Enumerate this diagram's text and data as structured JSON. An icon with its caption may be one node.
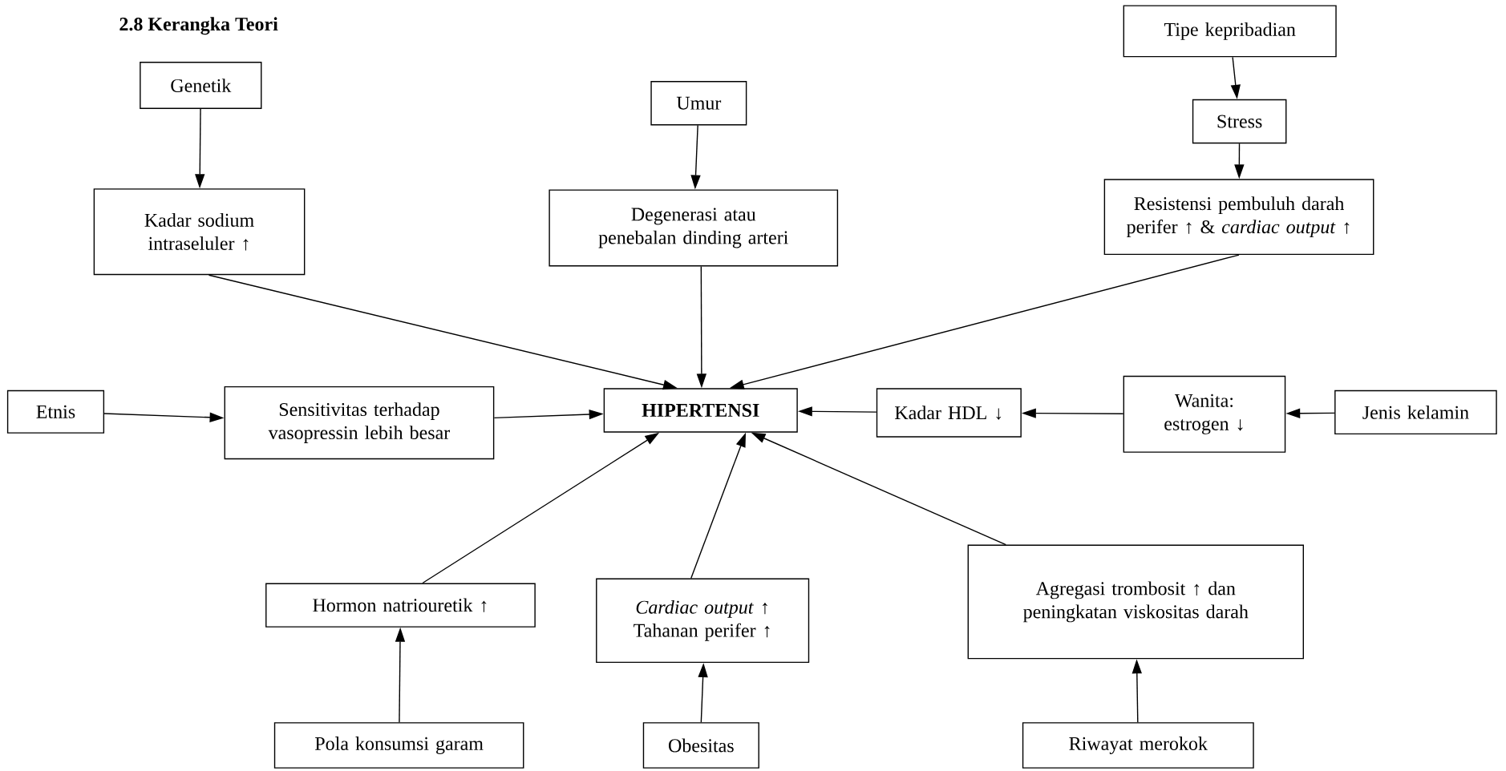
{
  "diagram": {
    "title": "2.8 Kerangka Teori",
    "nodes": [
      {
        "text": [
          "Genetik"
        ]
      },
      {
        "text": [
          "Kadar sodium intraseluler ↑"
        ]
      },
      {
        "text": [
          "Umur"
        ]
      },
      {
        "text": [
          "Degenerasi atau penebalan dinding arteri"
        ]
      },
      {
        "text": [
          "Tipe kepribadian"
        ]
      },
      {
        "text": [
          "Stress"
        ]
      },
      {
        "text": [
          "Resistensi pembuluh darah perifer ↑ & *cardiac output* ↑"
        ]
      },
      {
        "text": [
          "Etnis"
        ]
      },
      {
        "text": [
          "Sensitivitas terhadap vasopressin lebih besar"
        ]
      },
      {
        "text": [
          "HIPERTENSI"
        ]
      },
      {
        "text": [
          "Kadar HDL ↓"
        ]
      },
      {
        "text": [
          "Wanita: estrogen ↓"
        ]
      },
      {
        "text": [
          "Jenis kelamin"
        ]
      },
      {
        "text": [
          "Hormon natriouretik ↑"
        ]
      },
      {
        "text": [
          "*Cardiac output* ↑ Tahanan perifer ↑"
        ]
      },
      {
        "text": [
          "Agregasi trombosit ↑ dan peningkatan viskositas darah"
        ]
      },
      {
        "text": [
          "Pola konsumsi garam"
        ]
      },
      {
        "text": [
          "Obesitas"
        ]
      },
      {
        "text": [
          "Riwayat merokok"
        ]
      }
    ],
    "edges": [
      {
        "from": 0,
        "to": 1,
        "arrow": "to"
      },
      {
        "from": 1,
        "to": 9,
        "arrow": "to"
      },
      {
        "from": 2,
        "to": 3,
        "arrow": "to"
      },
      {
        "from": 3,
        "to": 9,
        "arrow": "to"
      },
      {
        "from": 4,
        "to": 5,
        "arrow": "to"
      },
      {
        "from": 5,
        "to": 6,
        "arrow": "to"
      },
      {
        "from": 6,
        "to": 9,
        "arrow": "to"
      },
      {
        "from": 7,
        "to": 8,
        "arrow": "to"
      },
      {
        "from": 8,
        "to": 9,
        "arrow": "to"
      },
      {
        "from": 12,
        "to": 11,
        "arrow": "to"
      },
      {
        "from": 11,
        "to": 10,
        "arrow": "to"
      },
      {
        "from": 10,
        "to": 9,
        "arrow": "to"
      },
      {
        "from": 16,
        "to": 13,
        "arrow": "to"
      },
      {
        "from": 13,
        "to": 9,
        "arrow": "to"
      },
      {
        "from": 17,
        "to": 14,
        "arrow": "to"
      },
      {
        "from": 14,
        "to": 9,
        "arrow": "to"
      },
      {
        "from": 18,
        "to": 15,
        "arrow": "to"
      },
      {
        "from": 15,
        "to": 9,
        "arrow": "to"
      }
    ]
  }
}
